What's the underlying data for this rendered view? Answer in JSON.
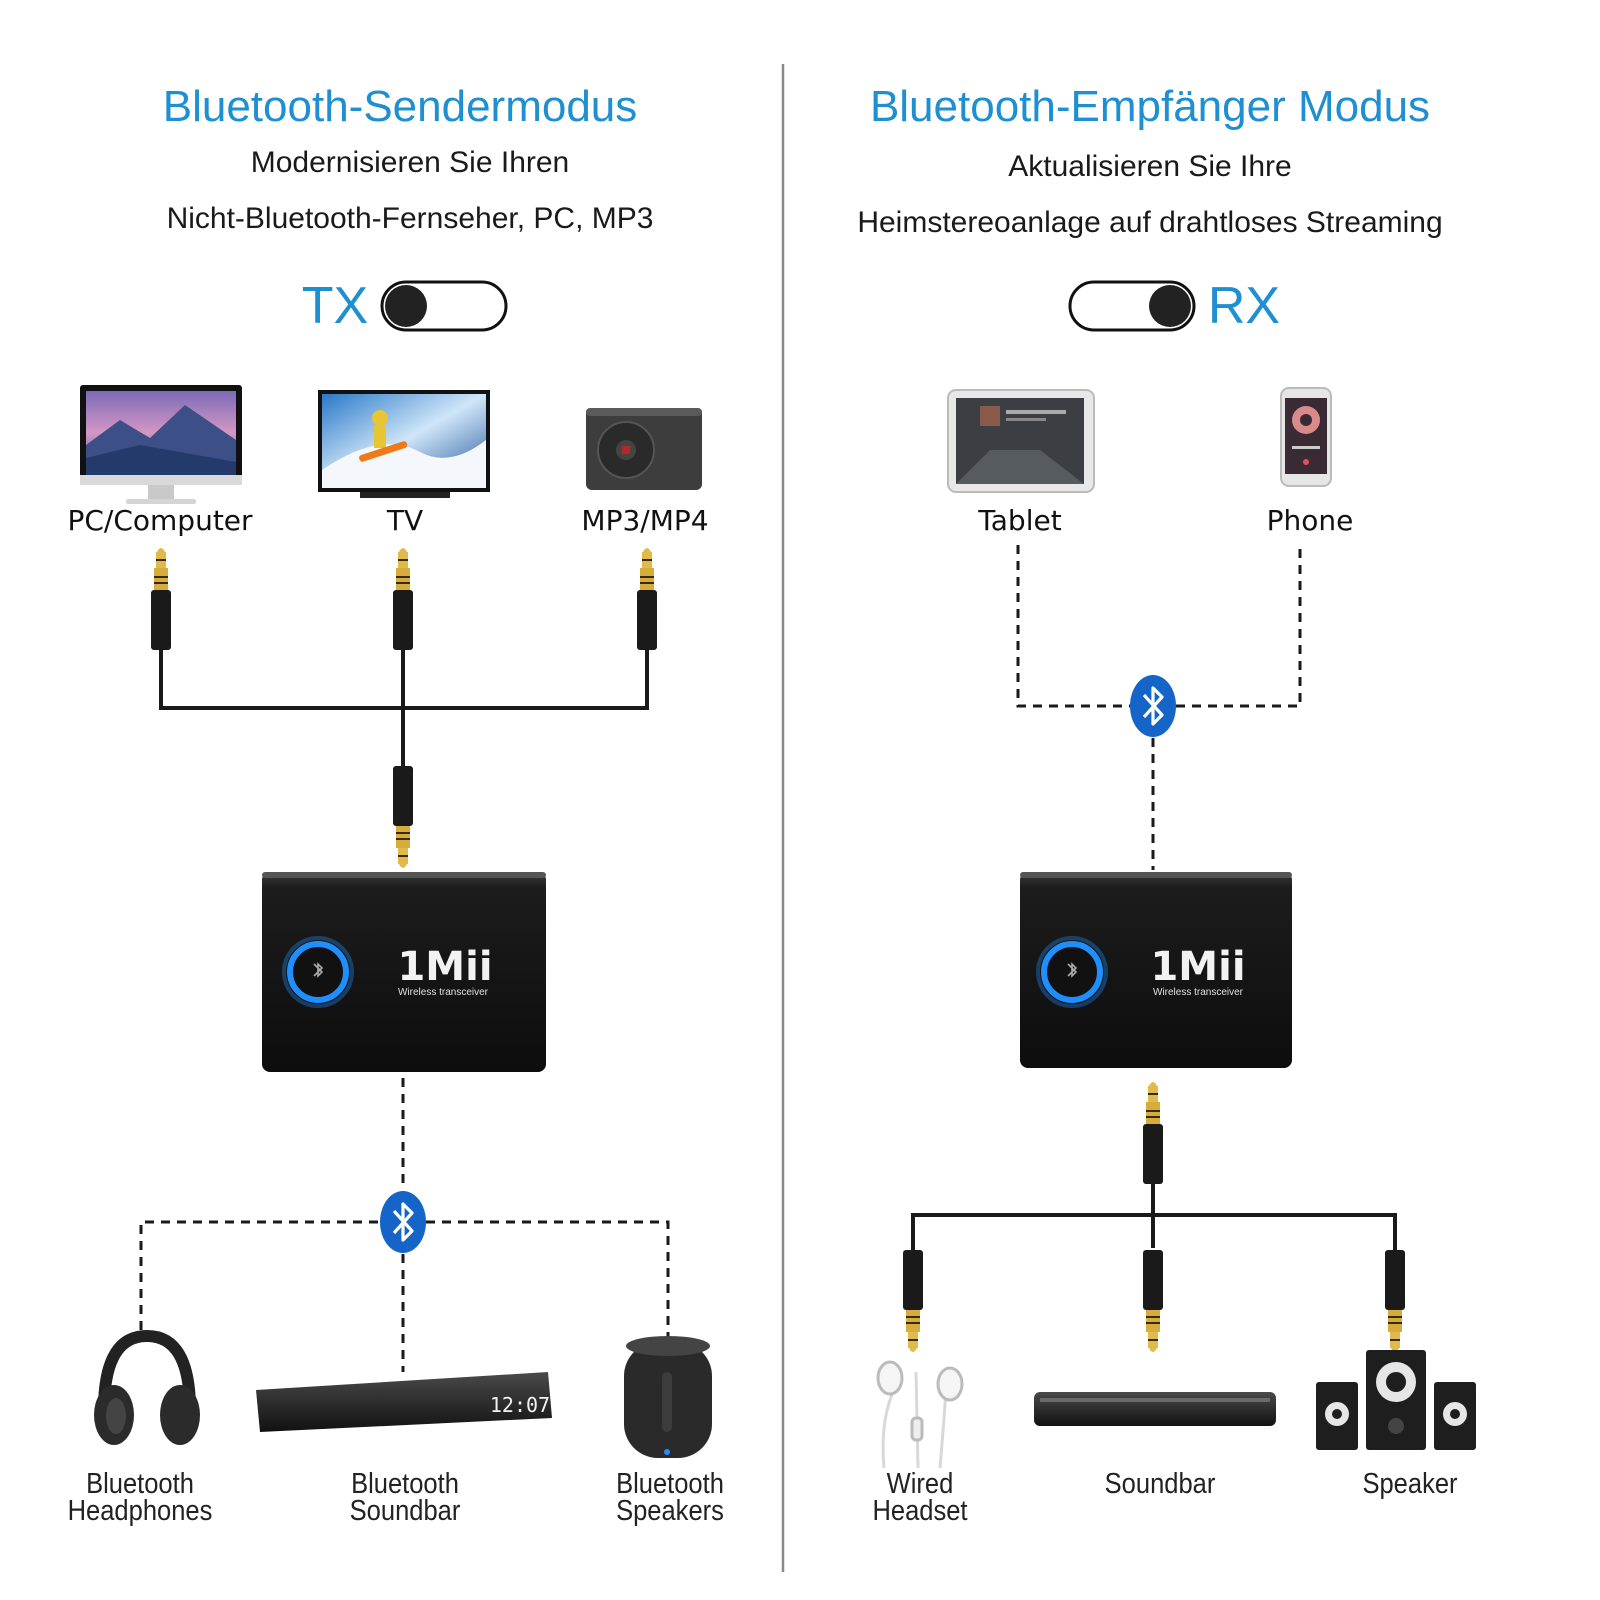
{
  "left": {
    "title": "Bluetooth-Sendermodus",
    "subtitle_line1": "Modernisieren Sie Ihren",
    "subtitle_line2": "Nicht-Bluetooth-Fernseher, PC, MP3",
    "mode_label": "TX",
    "sources": [
      {
        "label": "PC/Computer",
        "icon": "monitor-icon"
      },
      {
        "label": "TV",
        "icon": "tv-icon"
      },
      {
        "label": "MP3/MP4",
        "icon": "mp3-player-icon"
      }
    ],
    "device": {
      "brand": "1Mii",
      "caption": "Wireless transceiver"
    },
    "outputs": [
      {
        "line1": "Bluetooth",
        "line2": "Headphones",
        "icon": "headphones-icon"
      },
      {
        "line1": "Bluetooth",
        "line2": "Soundbar",
        "icon": "soundbar-icon"
      },
      {
        "line1": "Bluetooth",
        "line2": "Speakers",
        "icon": "speaker-icon"
      }
    ],
    "soundbar_display": "12:07"
  },
  "right": {
    "title": "Bluetooth-Empfänger Modus",
    "subtitle_line1": "Aktualisieren Sie Ihre",
    "subtitle_line2": "Heimstereoanlage auf drahtloses Streaming",
    "mode_label": "RX",
    "sources": [
      {
        "label": "Tablet",
        "icon": "tablet-icon"
      },
      {
        "label": "Phone",
        "icon": "phone-icon"
      }
    ],
    "device": {
      "brand": "1Mii",
      "caption": "Wireless transceiver"
    },
    "outputs": [
      {
        "line1": "Wired",
        "line2": "Headset",
        "icon": "earphones-icon"
      },
      {
        "line1": "Soundbar",
        "line2": "",
        "icon": "soundbar-icon"
      },
      {
        "line1": "Speaker",
        "line2": "",
        "icon": "speaker-set-icon"
      }
    ]
  },
  "colors": {
    "accent": "#1e8fd0",
    "device": "#1b1b1b",
    "led": "#1f8fff",
    "plug_gold": "#d6ad3c",
    "bluetooth": "#1565c8"
  }
}
